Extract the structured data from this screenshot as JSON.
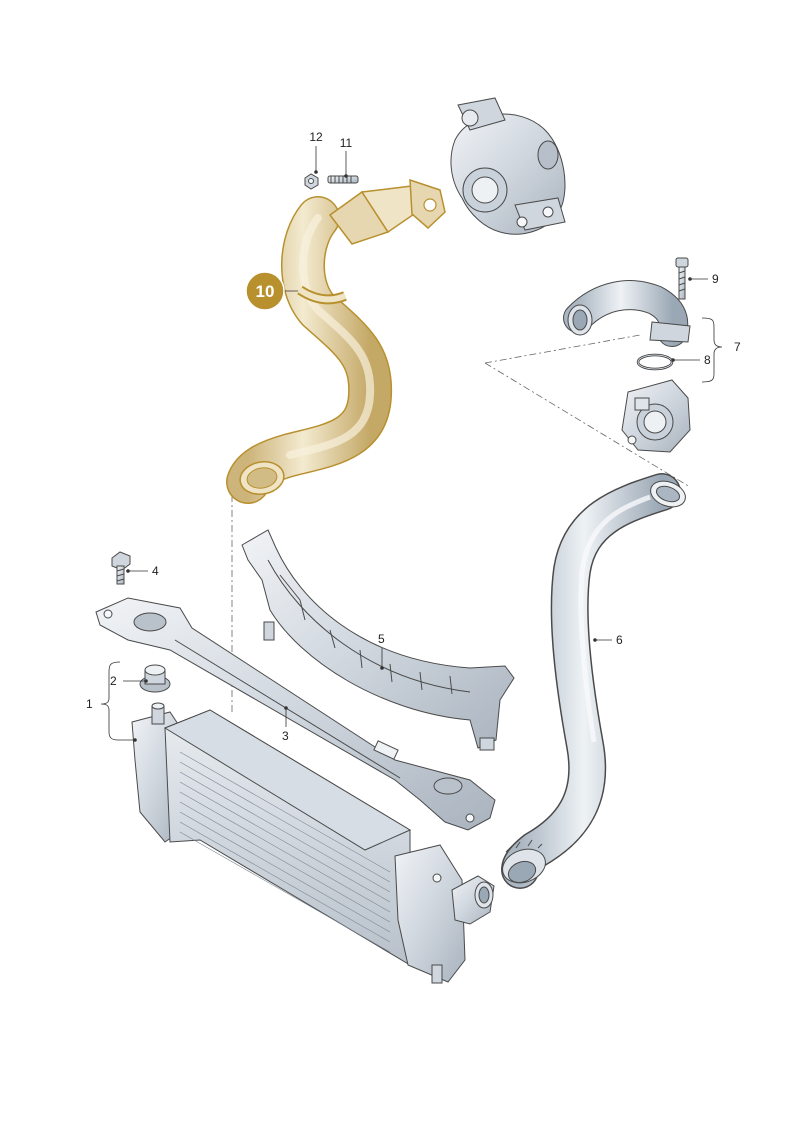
{
  "colors": {
    "highlight": "#b8902e",
    "highlight_fill": "#e6d7b0",
    "part_fill": "#dfe4ea",
    "part_shade": "#b9c1ca",
    "line": "#333333"
  },
  "callouts": {
    "c1": "1",
    "c2": "2",
    "c3": "3",
    "c4": "4",
    "c5": "5",
    "c6": "6",
    "c7": "7",
    "c8": "8",
    "c9": "9",
    "c10": "10",
    "c11": "11",
    "c12": "12"
  },
  "highlighted_part": "10"
}
